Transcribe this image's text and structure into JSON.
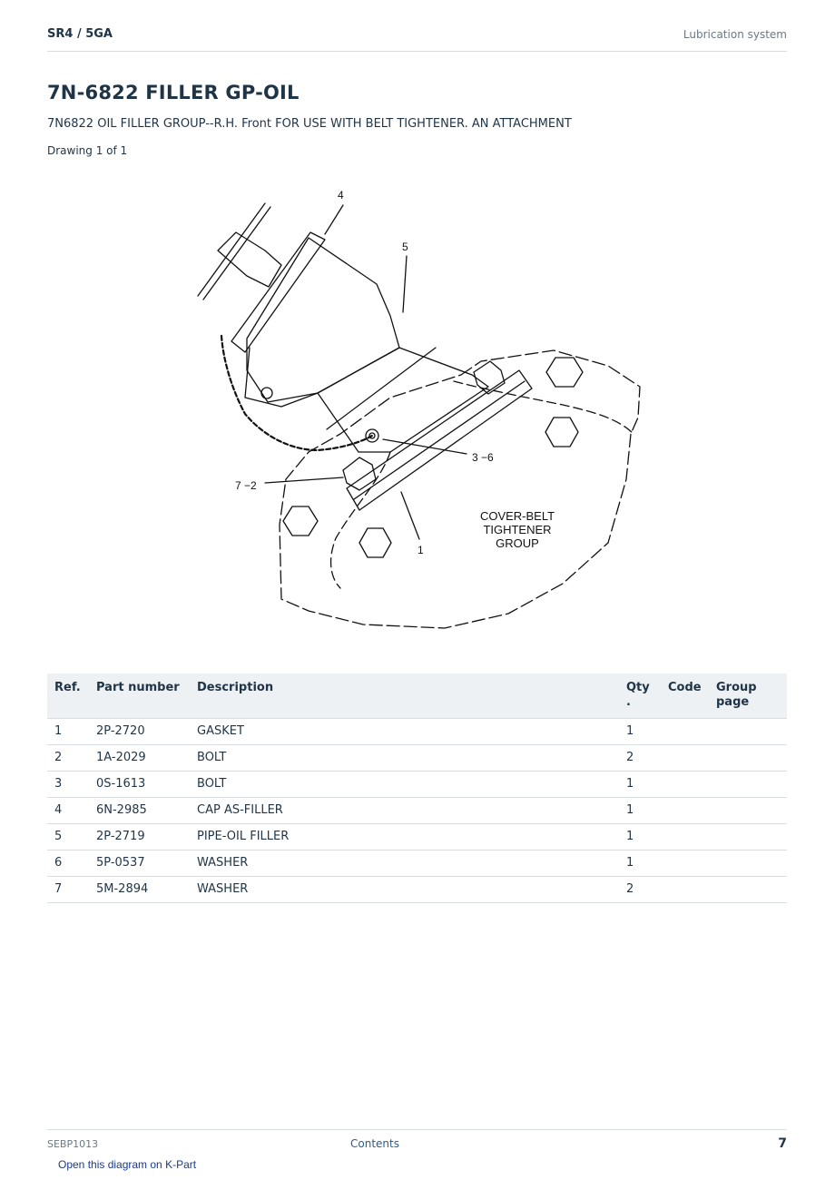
{
  "header": {
    "model": "SR4  /  5GA",
    "section": "Lubrication system"
  },
  "title": "7N-6822 FILLER GP-OIL",
  "subtitle": "7N6822 OIL FILLER GROUP--R.H. Front FOR USE WITH BELT TIGHTENER. AN ATTACHMENT",
  "drawing_count": "Drawing 1 of 1",
  "diagram": {
    "callouts": [
      "4",
      "5",
      "3 −6",
      "7 −2",
      "1"
    ],
    "cover_label": [
      "COVER-BELT",
      "TIGHTENER",
      "GROUP"
    ]
  },
  "table": {
    "headers": [
      "Ref.",
      "Part number",
      "Description",
      "Qty\n.",
      "Code",
      "Group\npage"
    ],
    "rows": [
      [
        "1",
        "2P-2720",
        "GASKET",
        "1",
        "",
        ""
      ],
      [
        "2",
        "1A-2029",
        "BOLT",
        "2",
        "",
        ""
      ],
      [
        "3",
        "0S-1613",
        "BOLT",
        "1",
        "",
        ""
      ],
      [
        "4",
        "6N-2985",
        "CAP AS-FILLER",
        "1",
        "",
        ""
      ],
      [
        "5",
        "2P-2719",
        "PIPE-OIL FILLER",
        "1",
        "",
        ""
      ],
      [
        "6",
        "5P-0537",
        "WASHER",
        "1",
        "",
        ""
      ],
      [
        "7",
        "5M-2894",
        "WASHER",
        "2",
        "",
        ""
      ]
    ]
  },
  "footer": {
    "doc_id": "SEBP1013",
    "contents_link": "Contents",
    "page_number": "7"
  },
  "kpart_link": "Open this diagram on K-Part"
}
